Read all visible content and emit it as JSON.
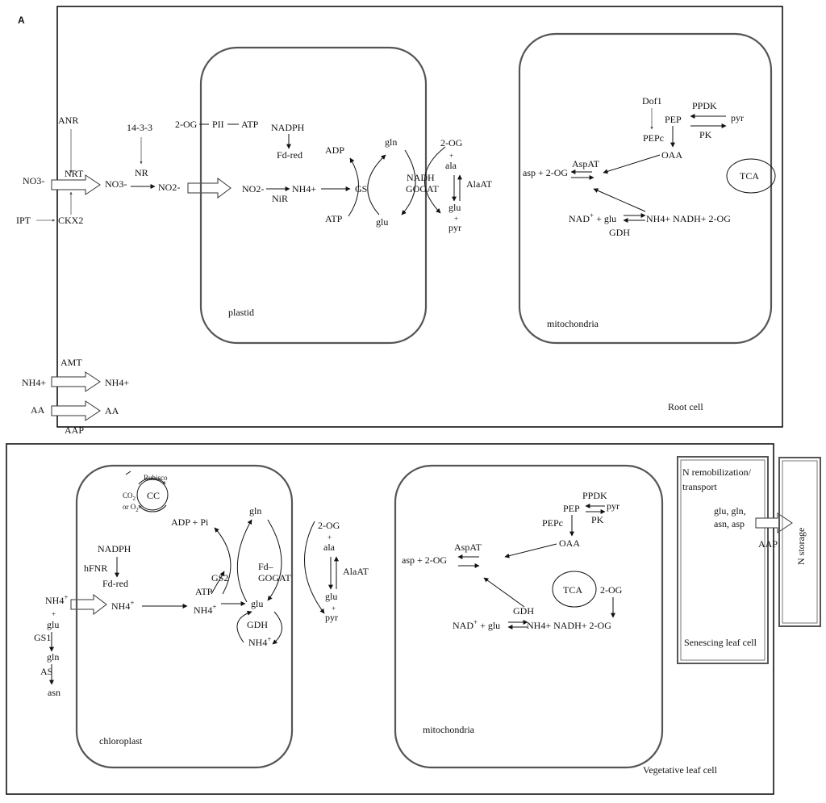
{
  "panel_label": "A",
  "root_cell": {
    "label": "Root cell",
    "external": {
      "no3_out": "NO3-",
      "anr": "ANR",
      "nrt": "NRT",
      "ipt": "IPT",
      "ckx2": "CKX2",
      "no3_in": "NO3-",
      "p1433": "14-3-3",
      "nr": "NR",
      "no2": "NO2-",
      "amt": "AMT",
      "nh4_out": "NH4+",
      "nh4_in": "NH4+",
      "aa_out": "AA",
      "aa_in": "AA",
      "aap": "AAP"
    },
    "plastid": {
      "label": "plastid",
      "og2": "2-OG",
      "pii": "PII",
      "atp_top": "ATP",
      "nadph": "NADPH",
      "fdred": "Fd-red",
      "no2": "NO2-",
      "nir": "NiR",
      "nh4": "NH4+",
      "adp": "ADP",
      "gln": "gln",
      "gs": "GS",
      "atp": "ATP",
      "glu": "glu",
      "nadh": "NADH",
      "gogat": "GOGAT"
    },
    "shuttle": {
      "og2": "2-OG",
      "plus1": "+",
      "ala": "ala",
      "glu": "glu",
      "plus2": "+",
      "pyr": "pyr",
      "alaat": "AlaAT"
    },
    "mitochondria": {
      "label": "mitochondria",
      "dof1": "Dof1",
      "ppdk": "PPDK",
      "pep": "PEP",
      "pyr": "pyr",
      "pepc": "PEPc",
      "pk": "PK",
      "oaa": "OAA",
      "aspat": "AspAT",
      "asp_og": "asp + 2-OG",
      "tca": "TCA",
      "nad": "NAD",
      "nad_sup": "+",
      "nad_glu": " + glu",
      "nh4_eq": "NH4+ NADH+ 2-OG",
      "gdh": "GDH"
    }
  },
  "leaf_cell": {
    "label": "Vegetative  leaf cell",
    "cytosol": {
      "nh4": "NH4",
      "nh4_sup": "+",
      "plus": "+",
      "glu": "glu",
      "gs1": "GS1",
      "gln": "gln",
      "as": "AS",
      "asn": "asn"
    },
    "chloroplast": {
      "label": "chloroplast",
      "rubisco": "Rubisco",
      "cc": "CC",
      "co2": "CO",
      "co2_sub": "2",
      "or_o2": "or O",
      "o2_sub": "2",
      "adp_pi": "ADP + Pi",
      "gln": "gln",
      "nadph": "NADPH",
      "hfnr": "hFNR",
      "fdred": "Fd-red",
      "gs2": "GS2",
      "fd": "Fd–",
      "gogat": "GOGAT",
      "nh4": "NH4",
      "nh4_sup": "+",
      "atp": "ATP",
      "glu": "glu",
      "gdh": "GDH",
      "nh4_2": "NH4",
      "nh4_2_sup": "+",
      "nh4_3": "NH4",
      "nh4_3_sup": "+"
    },
    "shuttle": {
      "og2": "2-OG",
      "plus1": "+",
      "ala": "ala",
      "glu": "glu",
      "plus2": "+",
      "pyr": "pyr",
      "alaat": "AlaAT"
    },
    "mitochondria": {
      "label": "mitochondria",
      "ppdk": "PPDK",
      "pep": "PEP",
      "pyr": "pyr",
      "pepc": "PEPc",
      "pk": "PK",
      "oaa": "OAA",
      "aspat": "AspAT",
      "asp_og": "asp + 2-OG",
      "tca": "TCA",
      "og2": "2-OG",
      "gdh": "GDH",
      "nad": "NAD",
      "nad_sup": "+",
      "nad_glu": " + glu",
      "nh4_eq": "NH4+ NADH+ 2-OG"
    }
  },
  "senescing": {
    "label": "Senescing  leaf cell",
    "remob1": "N remobilization/",
    "remob2": "transport",
    "aa1": "glu, gln,",
    "aa2": "asn, asp",
    "aap": "AAP"
  },
  "storage": {
    "label": "N storage"
  }
}
